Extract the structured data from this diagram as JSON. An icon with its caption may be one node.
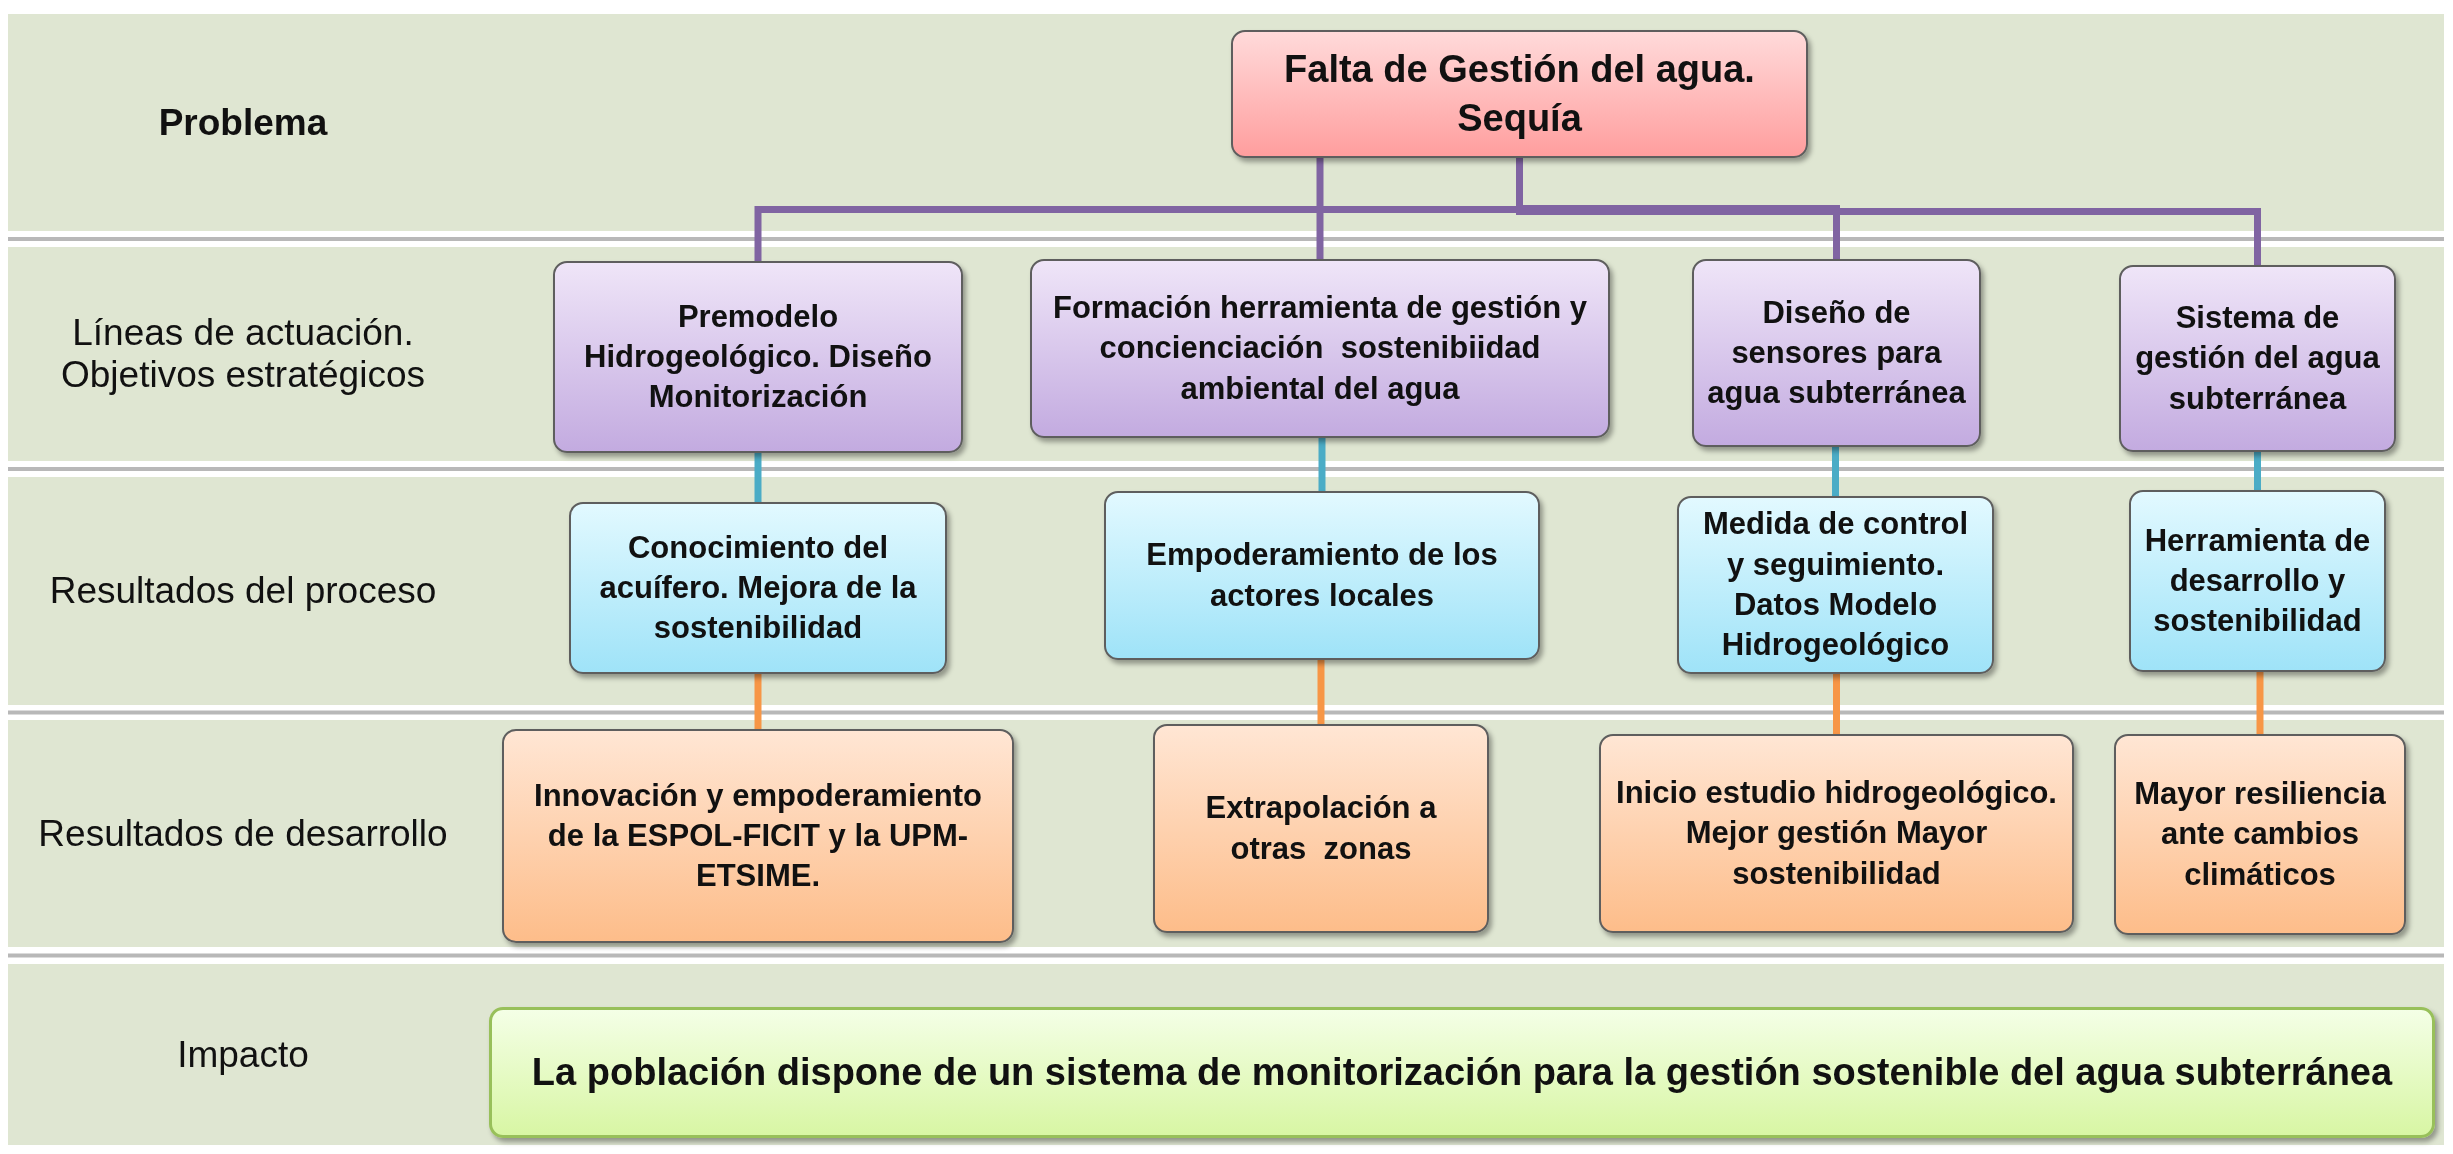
{
  "diagram": {
    "nodes": [
      {
        "text": [
          "Falta de Gestión del agua. Sequía"
        ]
      },
      {
        "text": [
          "Premodelo Hidrogeológico. Diseño Monitorización"
        ]
      },
      {
        "text": [
          "Formación herramienta de gestión y concienciación  sostenibiidad ambiental del agua"
        ]
      },
      {
        "text": [
          "Diseño de sensores para agua subterránea"
        ]
      },
      {
        "text": [
          "Sistema de gestión del agua subterránea"
        ]
      },
      {
        "text": [
          "Conocimiento del acuífero. Mejora de la sostenibilidad"
        ]
      },
      {
        "text": [
          "Empoderamiento de los actores locales"
        ]
      },
      {
        "text": [
          "Medida de control y seguimiento. Datos Modelo Hidrogeológico"
        ]
      },
      {
        "text": [
          "Herramienta de desarrollo y sostenibilidad"
        ]
      },
      {
        "text": [
          "Innovación y empoderamiento de la ESPOL-FICIT y la UPM-ETSIME."
        ]
      },
      {
        "text": [
          "Extrapolación a otras  zonas"
        ]
      },
      {
        "text": [
          "Inicio estudio hidrogeológico. Mejor gestión Mayor sostenibilidad"
        ]
      },
      {
        "text": [
          "Mayor resiliencia ante cambios climáticos"
        ]
      },
      {
        "text": [
          "La población dispone de un sistema de monitorización para la gestión sostenible del agua subterránea"
        ]
      }
    ],
    "edges": [
      {
        "from": 0,
        "to": 1,
        "arrow": "none",
        "color": "#8064a2"
      },
      {
        "from": 0,
        "to": 2,
        "arrow": "none",
        "color": "#8064a2"
      },
      {
        "from": 0,
        "to": 3,
        "arrow": "none",
        "color": "#8064a2"
      },
      {
        "from": 0,
        "to": 4,
        "arrow": "none",
        "color": "#8064a2"
      },
      {
        "from": 1,
        "to": 5,
        "arrow": "none",
        "color": "#4bacc6"
      },
      {
        "from": 2,
        "to": 6,
        "arrow": "none",
        "color": "#4bacc6"
      },
      {
        "from": 3,
        "to": 7,
        "arrow": "none",
        "color": "#4bacc6"
      },
      {
        "from": 4,
        "to": 8,
        "arrow": "none",
        "color": "#4bacc6"
      },
      {
        "from": 5,
        "to": 9,
        "arrow": "none",
        "color": "#f79646"
      },
      {
        "from": 6,
        "to": 10,
        "arrow": "none",
        "color": "#f79646"
      },
      {
        "from": 7,
        "to": 11,
        "arrow": "none",
        "color": "#f79646"
      },
      {
        "from": 8,
        "to": 12,
        "arrow": "none",
        "color": "#f79646"
      }
    ],
    "labels": [
      "Problema",
      "Líneas de actuación. Objetivos estratégicos",
      "Resultados del proceso",
      "Resultados de desarrollo",
      "Impacto"
    ]
  }
}
